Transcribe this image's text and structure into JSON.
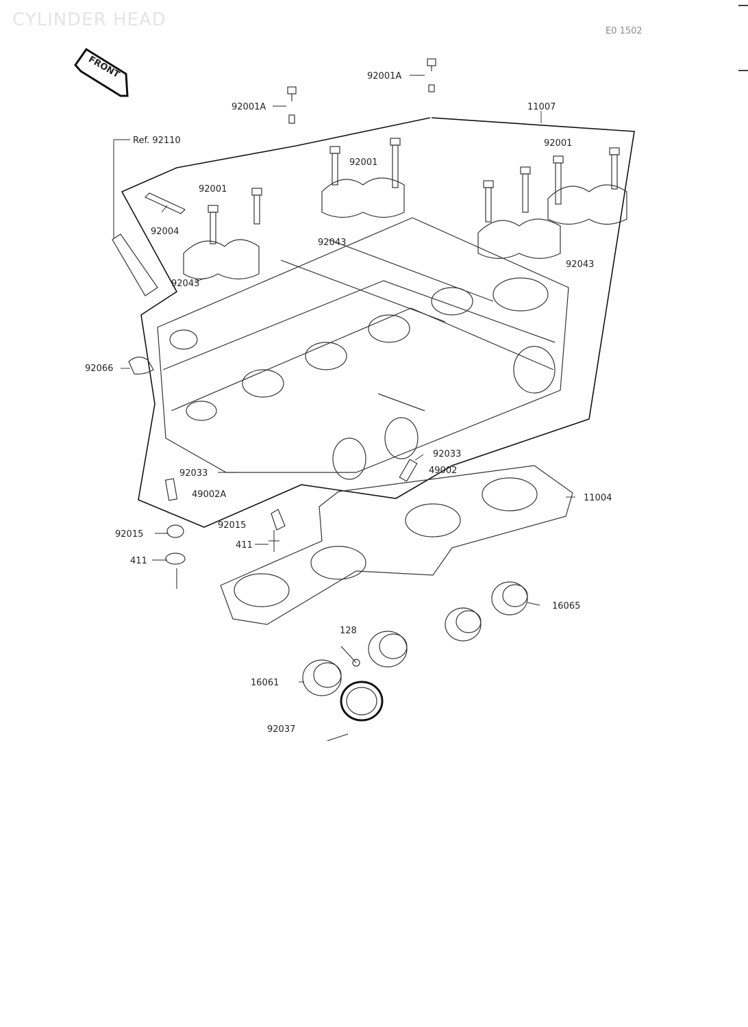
{
  "diagram_title": "CYLINDER HEAD",
  "page_ref": "E0 1502",
  "front_badge": "FRONT",
  "parts": [
    {
      "id": "p-92001A-top",
      "text": "92001A"
    },
    {
      "id": "p-92001A-left",
      "text": "92001A"
    },
    {
      "id": "p-11007",
      "text": "11007"
    },
    {
      "id": "p-ref",
      "text": "Ref. 92110"
    },
    {
      "id": "p-92001-right",
      "text": "92001"
    },
    {
      "id": "p-92001-center",
      "text": "92001"
    },
    {
      "id": "p-92001-left",
      "text": "92001"
    },
    {
      "id": "p-92004",
      "text": "92004"
    },
    {
      "id": "p-92043-center",
      "text": "92043"
    },
    {
      "id": "p-92043-right",
      "text": "92043"
    },
    {
      "id": "p-92043-left",
      "text": "92043"
    },
    {
      "id": "p-92066",
      "text": "92066"
    },
    {
      "id": "p-92033-right",
      "text": "92033"
    },
    {
      "id": "p-49002",
      "text": "49002"
    },
    {
      "id": "p-92033-left",
      "text": "92033"
    },
    {
      "id": "p-49002A",
      "text": "49002A"
    },
    {
      "id": "p-11004",
      "text": "11004"
    },
    {
      "id": "p-92015-center",
      "text": "92015"
    },
    {
      "id": "p-411-center",
      "text": "411"
    },
    {
      "id": "p-92015-left",
      "text": "92015"
    },
    {
      "id": "p-411-left",
      "text": "411"
    },
    {
      "id": "p-16065",
      "text": "16065"
    },
    {
      "id": "p-128",
      "text": "128"
    },
    {
      "id": "p-16061",
      "text": "16061"
    },
    {
      "id": "p-92037",
      "text": "92037"
    }
  ]
}
